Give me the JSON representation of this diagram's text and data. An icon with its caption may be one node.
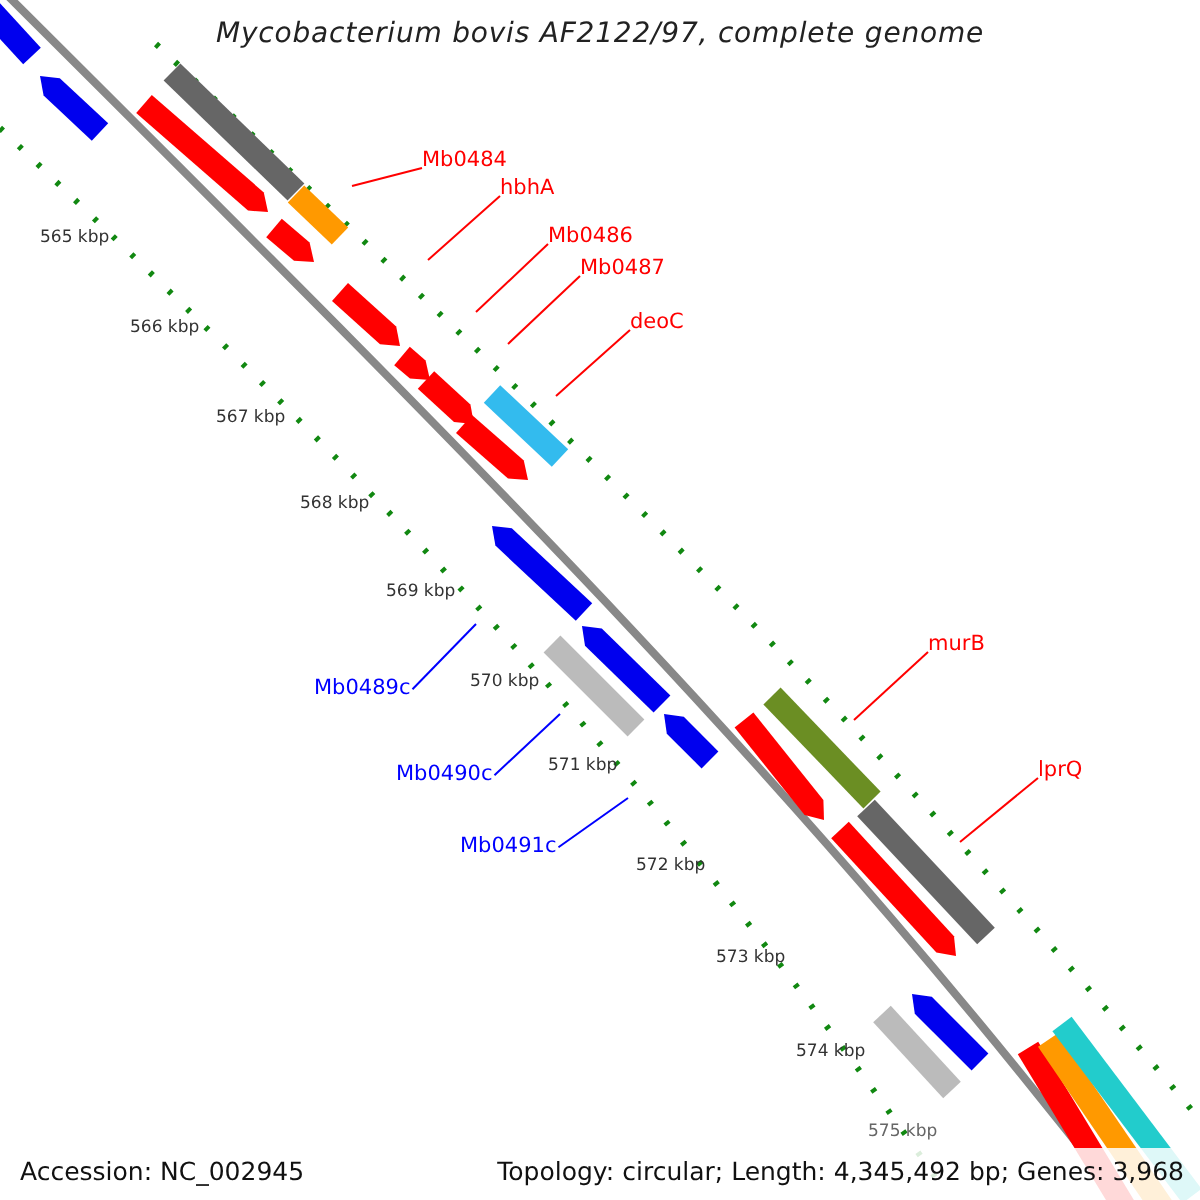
{
  "diagram": {
    "title": "Mycobacterium bovis AF2122/97, complete genome",
    "nodes": [
      {
        "text": [
          "Mb0484"
        ]
      },
      {
        "text": [
          "hbhA"
        ]
      },
      {
        "text": [
          "Mb0486"
        ]
      },
      {
        "text": [
          "Mb0487"
        ]
      },
      {
        "text": [
          "deoC"
        ]
      },
      {
        "text": [
          "murB"
        ]
      },
      {
        "text": [
          "Mb0489c"
        ]
      },
      {
        "text": [
          "Mb0490c"
        ]
      },
      {
        "text": [
          "lprQ"
        ]
      },
      {
        "text": [
          "Mb0491c"
        ]
      }
    ],
    "edges": [
      {
        "from": 0,
        "to": null,
        "arrow": "none"
      },
      {
        "from": 1,
        "to": null,
        "arrow": "none"
      },
      {
        "from": 2,
        "to": null,
        "arrow": "none"
      },
      {
        "from": 3,
        "to": null,
        "arrow": "none"
      },
      {
        "from": 4,
        "to": null,
        "arrow": "none"
      },
      {
        "from": 5,
        "to": null,
        "arrow": "none"
      },
      {
        "from": 6,
        "to": null,
        "arrow": "none",
        "color": "#0000ff"
      },
      {
        "from": 7,
        "to": null,
        "arrow": "none",
        "color": "#0000ff"
      },
      {
        "from": 8,
        "to": null,
        "arrow": "none"
      },
      {
        "from": 9,
        "to": null,
        "arrow": "none",
        "color": "#0000ff"
      }
    ],
    "labels": [
      "565 kbp",
      "566 kbp",
      "567 kbp",
      "568 kbp",
      "569 kbp",
      "570 kbp",
      "571 kbp",
      "572 kbp",
      "573 kbp",
      "574 kbp",
      "575 kbp",
      "Accession: NC_002945",
      "Topology: circular; Length: 4,345,492 bp; Genes: 3,968"
    ]
  }
}
